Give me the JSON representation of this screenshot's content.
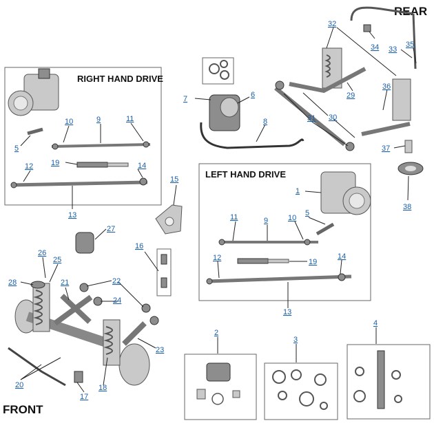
{
  "titles": {
    "rear": "REAR",
    "front": "FRONT",
    "right_hand_drive": "RIGHT HAND DRIVE",
    "left_hand_drive": "LEFT HAND DRIVE"
  },
  "callouts": {
    "c1": "1",
    "c2": "2",
    "c3": "3",
    "c4": "4",
    "c5a": "5",
    "c5b": "5",
    "c6": "6",
    "c7": "7",
    "c8": "8",
    "c9a": "9",
    "c9b": "9",
    "c10a": "10",
    "c10b": "10",
    "c11a": "11",
    "c11b": "11",
    "c12a": "12",
    "c12b": "12",
    "c13a": "13",
    "c13b": "13",
    "c14a": "14",
    "c14b": "14",
    "c15": "15",
    "c16": "16",
    "c17": "17",
    "c18": "18",
    "c19a": "19",
    "c19b": "19",
    "c20": "20",
    "c21": "21",
    "c22": "22",
    "c23": "23",
    "c24": "24",
    "c25": "25",
    "c26": "26",
    "c27": "27",
    "c28": "28",
    "c29": "29",
    "c30": "30",
    "c31": "31",
    "c32": "32",
    "c33": "33",
    "c34": "34",
    "c35": "35",
    "c36": "36",
    "c37": "37",
    "c38": "38"
  },
  "colors": {
    "callout": "#1a5fa8",
    "part": "#c9c9c9",
    "line": "#222222"
  }
}
